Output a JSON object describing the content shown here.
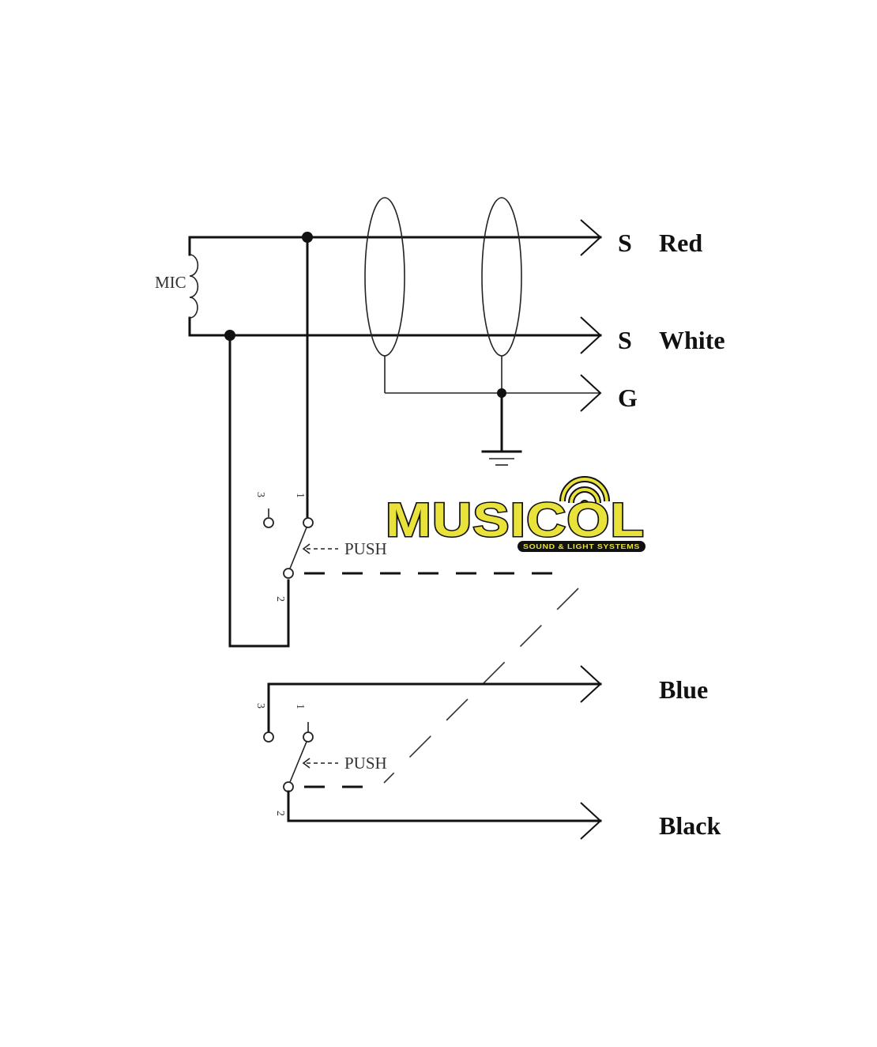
{
  "diagram": {
    "mic_label": "MIC",
    "outputs": {
      "red": {
        "pin": "S",
        "color": "Red"
      },
      "white": {
        "pin": "S",
        "color": "White"
      },
      "ground": {
        "pin": "G"
      },
      "blue": {
        "color": "Blue"
      },
      "black": {
        "color": "Black"
      }
    },
    "switch1": {
      "push_label": "PUSH",
      "pin1": "1",
      "pin2": "2",
      "pin3": "3"
    },
    "switch2": {
      "push_label": "PUSH",
      "pin1": "1",
      "pin2": "2",
      "pin3": "3"
    }
  },
  "logo": {
    "text": "MUSICOL",
    "tagline": "SOUND & LIGHT SYSTEMS",
    "colors": {
      "fill": "#e8e23a",
      "outline": "#111111"
    }
  }
}
